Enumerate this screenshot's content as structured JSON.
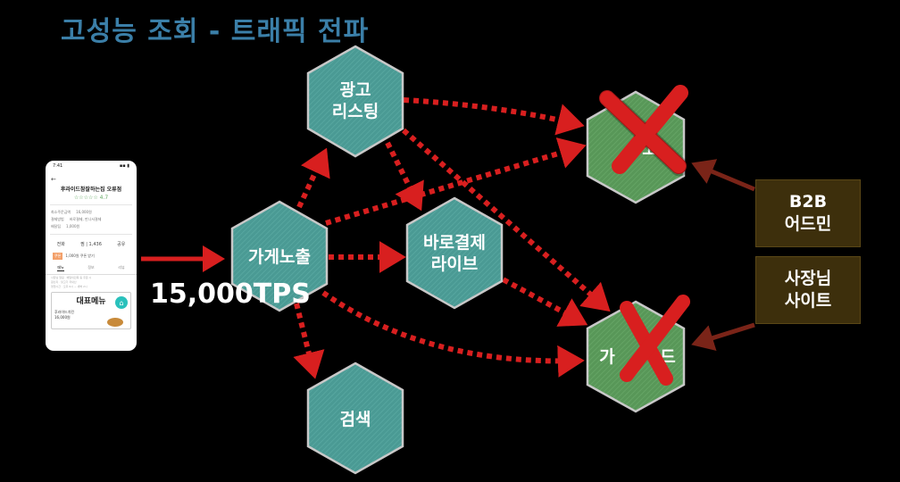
{
  "title": "고성능 조회 - 트래픽 전파",
  "tps_label": "15,000TPS",
  "colors": {
    "teal_hex": "#4c9d97",
    "green_hex": "#5b9a5b",
    "arrow_red": "#d81f1f",
    "admin_box": "#3d2f0c",
    "admin_arrow": "#7a2418",
    "title_blue": "#3b7fa8"
  },
  "nodes": {
    "ad_listing": {
      "line1": "광고",
      "line2": "리스팅"
    },
    "store_exposure": {
      "line1": "가게노출"
    },
    "direct_payment_live": {
      "line1": "바로결제",
      "line2": "라이브"
    },
    "search": {
      "line1": "검색"
    }
  },
  "targets": {
    "top": {
      "fragment": "고",
      "crossed": true
    },
    "bottom": {
      "fragment_left": "가",
      "fragment_right": "드",
      "crossed": true
    }
  },
  "admin_boxes": {
    "b2b": {
      "line1": "B2B",
      "line2": "어드민"
    },
    "owner_site": {
      "line1": "사장님",
      "line2": "사이트"
    }
  },
  "phone": {
    "status_time": "7:41",
    "status_icons": "▪▪ ▮",
    "back": "←",
    "store_name": "후라이드참잘하는집 오류점",
    "rating": "☆☆☆☆☆ 4.7",
    "rows": [
      {
        "label": "최소주문금액",
        "value": "16,000원"
      },
      {
        "label": "결제방법",
        "value": "바로결제, 만나서결제"
      },
      {
        "label": "배달팁",
        "value": "1,000원"
      }
    ],
    "actions": [
      "전화",
      "찜 | 1,436",
      "공유"
    ],
    "promo_badge": "쿠폰",
    "promo_text": "1,000원 쿠폰 받기",
    "tabs": [
      "메뉴",
      "정보",
      "리뷰"
    ],
    "info_lines": [
      "사장님 알림 · 배달의민족 등 주문 시",
      "원산지 · 닭고기 국내산",
      "영업시간 · 오후 6시 ~ 새벽 2시"
    ],
    "menu_title": "대표메뉴",
    "menu_item": "후라이드치킨",
    "menu_price": "16,000원",
    "cart_icon": "⌂"
  }
}
